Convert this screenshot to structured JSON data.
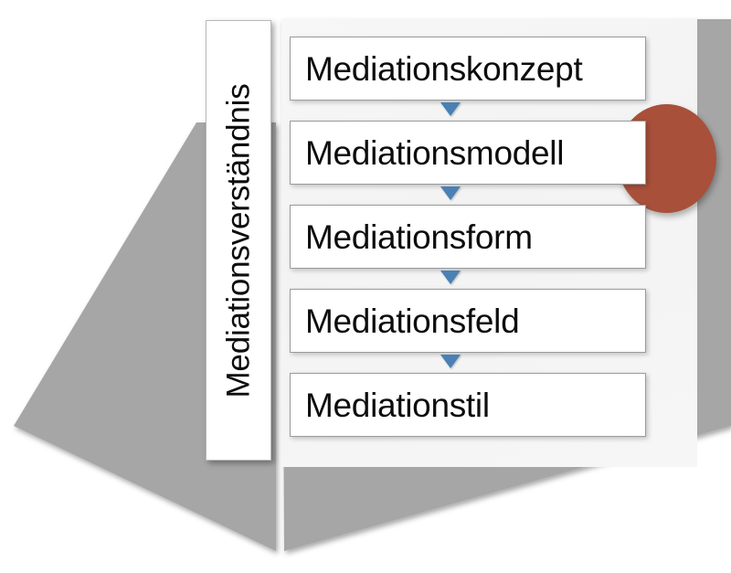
{
  "diagram": {
    "title_vertical": "Mediationsverständnis",
    "colors": {
      "funnel_gray": "#a6a6a6",
      "backdrop_panel": "#f4f4f4",
      "accent_circle_red": "#a8503a",
      "arrow_blue": "#4a80b4",
      "box_fill": "#ffffff",
      "box_border": "#9b9b9b",
      "text": "#0d0d0d"
    },
    "stages": [
      {
        "label": "Mediationskonzept",
        "connector": "arrow-down-icon"
      },
      {
        "label": "Mediationsmodell",
        "connector": "arrow-down-icon"
      },
      {
        "label": "Mediationsform",
        "connector": "arrow-down-icon"
      },
      {
        "label": "Mediationsfeld",
        "connector": "arrow-down-icon"
      },
      {
        "label": "Mediationstil",
        "connector": ""
      }
    ],
    "shapes": {
      "funnel_left": "gray-wedge-left",
      "funnel_right": "gray-wedge-right",
      "accent": "red-circle"
    }
  }
}
